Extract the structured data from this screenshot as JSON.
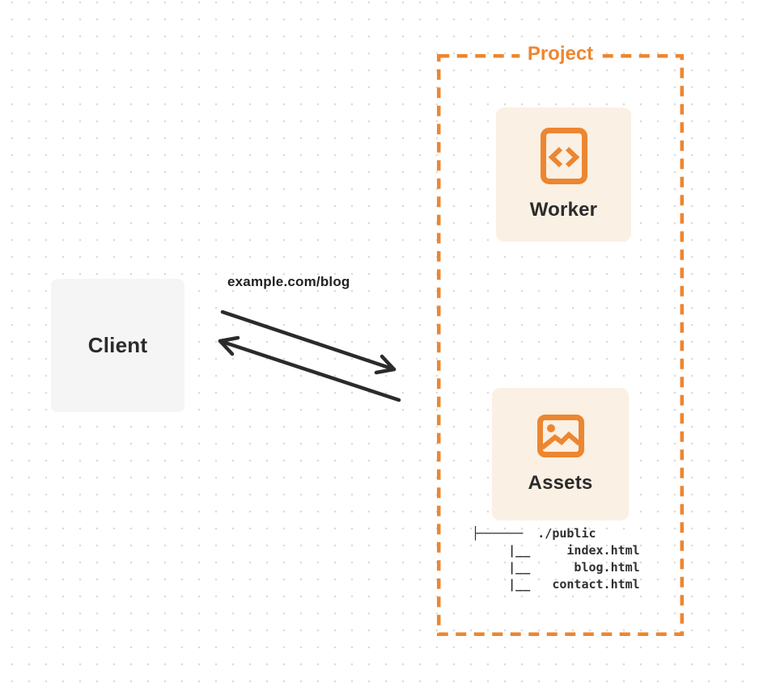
{
  "colors": {
    "accent_orange": "#ed8630",
    "node_fill": "#faf0e3",
    "client_fill": "#f5f5f6",
    "ink": "#2b2b2b",
    "dot_grid": "#dbdbdb"
  },
  "client": {
    "label": "Client"
  },
  "request": {
    "url_label": "example.com/blog"
  },
  "project": {
    "title": "Project",
    "nodes": {
      "worker": {
        "label": "Worker",
        "icon": "code-file-icon"
      },
      "assets": {
        "label": "Assets",
        "icon": "image-picture-icon"
      }
    },
    "file_tree": {
      "lines": [
        "├──────  ./public",
        "     |__     index.html",
        "     |__      blog.html",
        "     |__   contact.html"
      ]
    }
  }
}
